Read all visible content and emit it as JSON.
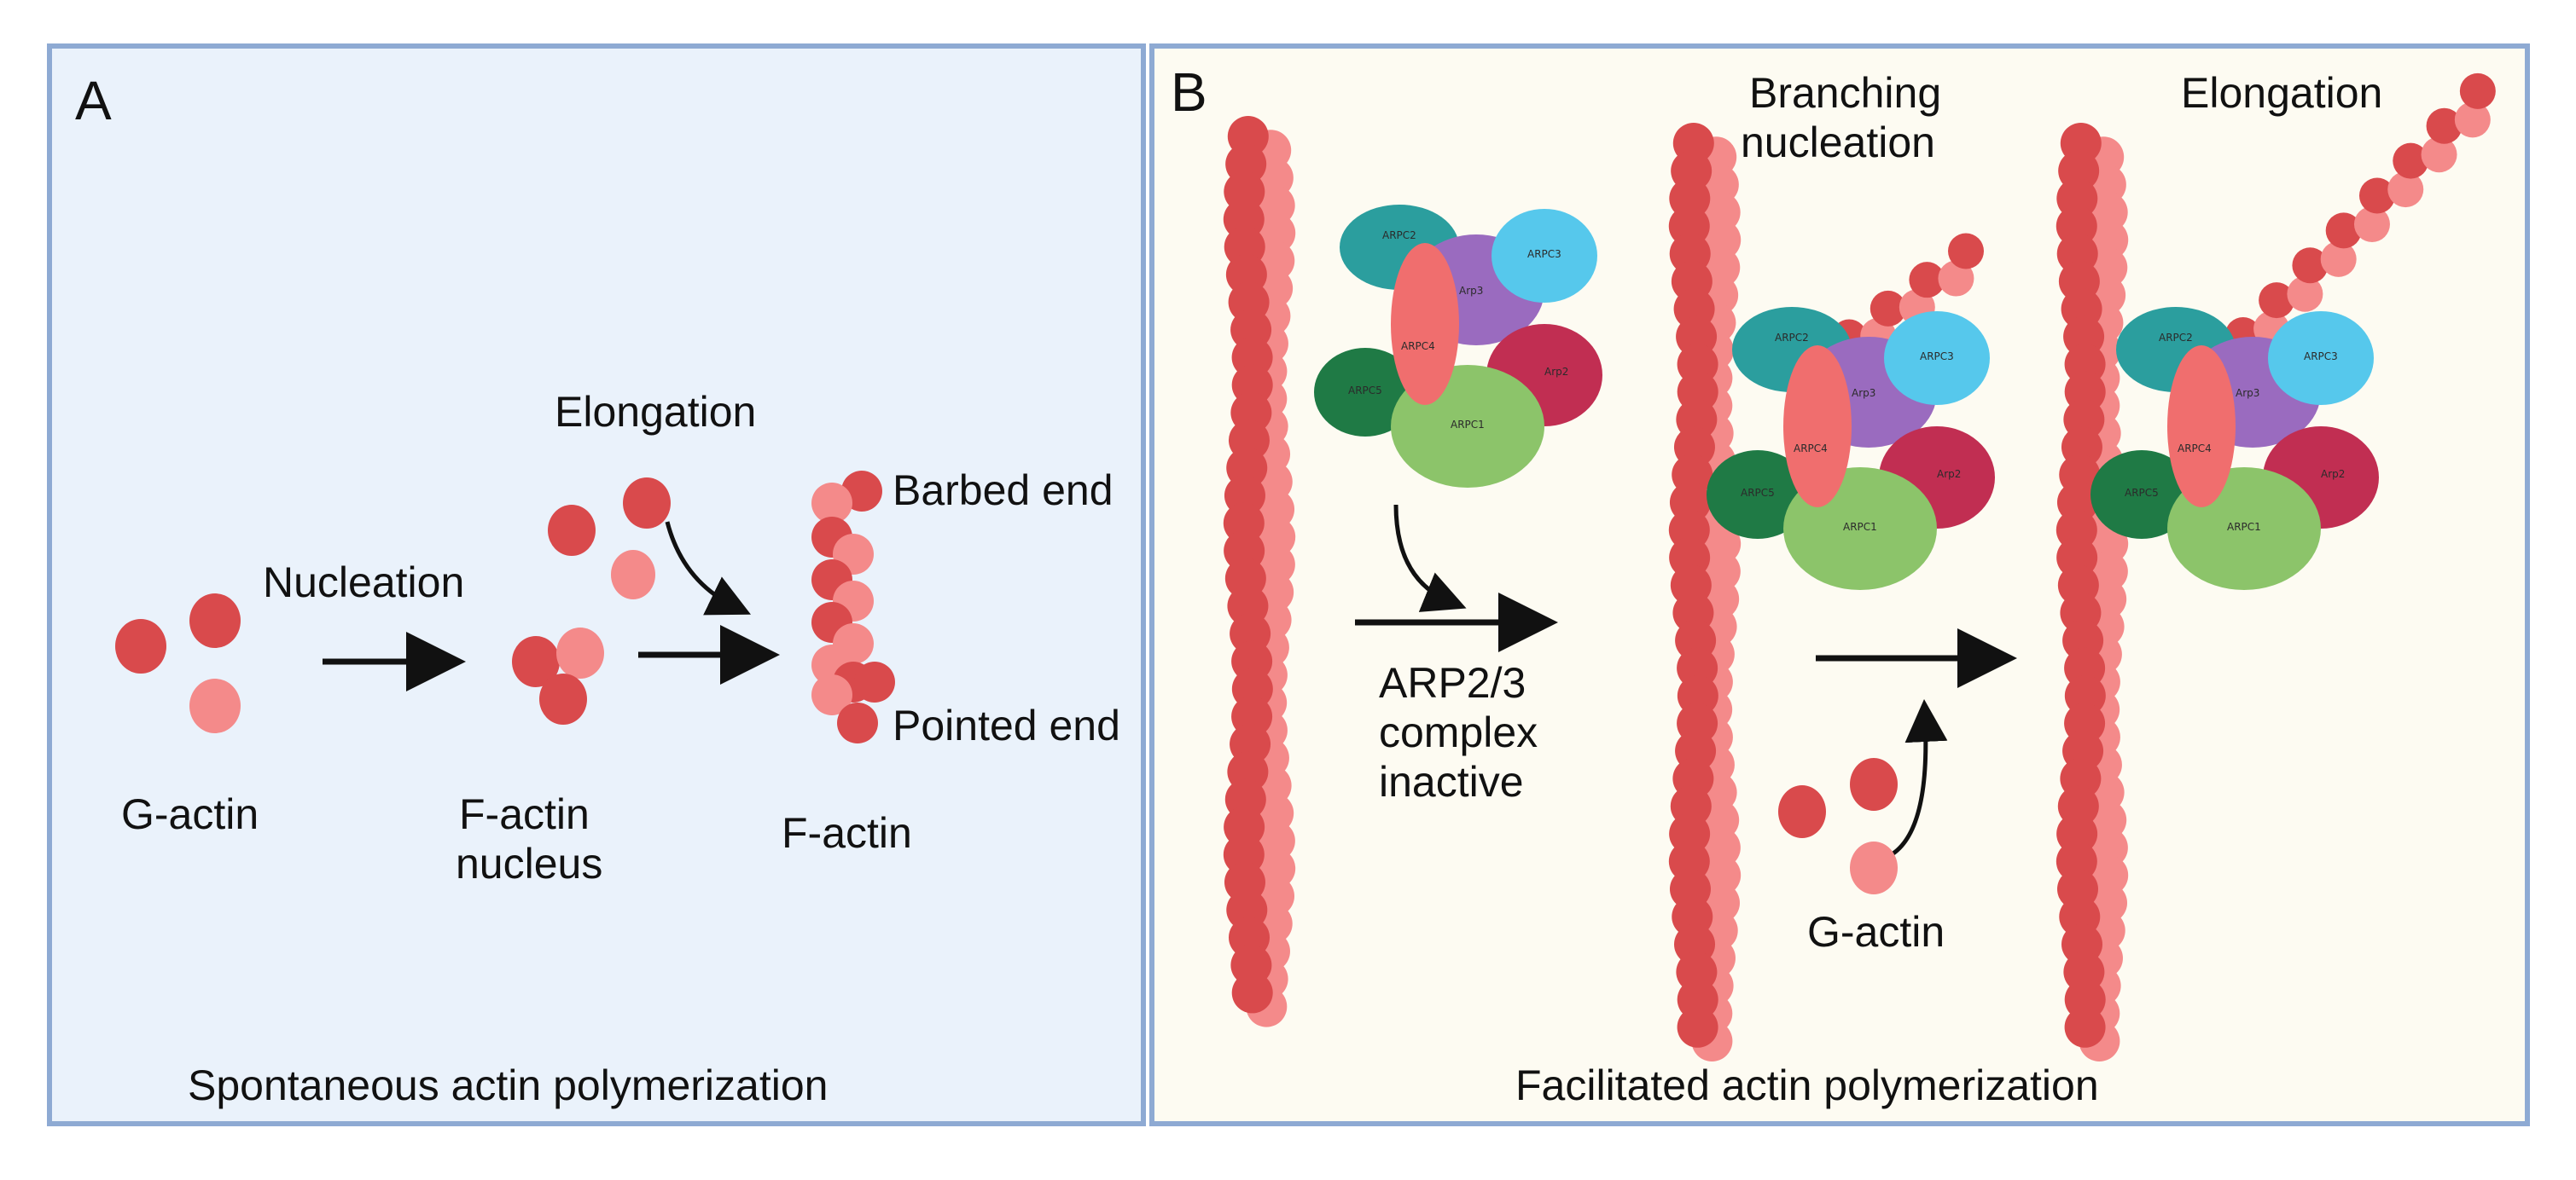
{
  "panel_a": {
    "letter": "A",
    "caption": "Spontaneous actin polymerization",
    "labels": {
      "g_actin": "G-actin",
      "nucleation": "Nucleation",
      "elongation": "Elongation",
      "nucleus_line1": "F-actin",
      "nucleus_line2": "nucleus",
      "f_actin": "F-actin",
      "barbed_end": "Barbed end",
      "pointed_end": "Pointed end"
    }
  },
  "panel_b": {
    "letter": "B",
    "caption": "Facilitated actin polymerization",
    "labels": {
      "arp_line1": "ARP2/3",
      "arp_line2": "complex",
      "arp_line3": "inactive",
      "branching_line1": "Branching",
      "branching_line2": "nucleation",
      "elongation": "Elongation",
      "g_actin": "G-actin"
    },
    "subunits": {
      "arpc2": "ARPC2",
      "arpc3": "ARPC3",
      "arpc4": "ARPC4",
      "arp3": "Arp3",
      "arpc5": "ARPC5",
      "arp2": "Arp2",
      "arpc1": "ARPC1"
    }
  },
  "colors": {
    "panel_a_bg": "#eaf2fb",
    "panel_b_bg": "#fdfbf2",
    "panel_border": "#8eaad3",
    "actin_dark": "#d94a4c",
    "actin_light": "#f48a8a",
    "arpc2": "#2b9e9e",
    "arpc3": "#56c8ec",
    "arpc4": "#f06e6e",
    "arp3": "#9a6bbf",
    "arpc5": "#1f7a45",
    "arp2": "#c12e52",
    "arpc1": "#8cc46a"
  }
}
